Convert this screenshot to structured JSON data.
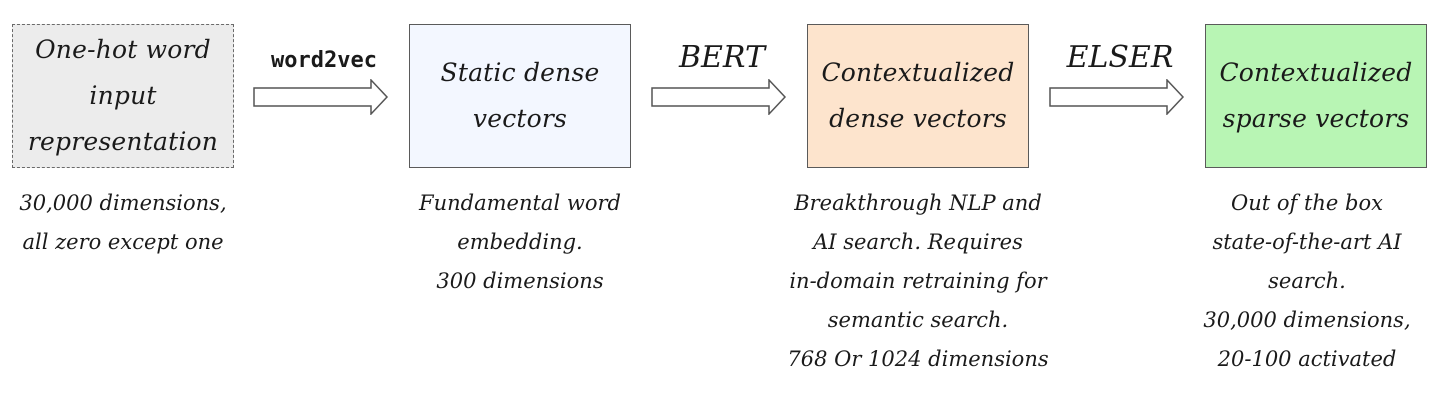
{
  "stages": [
    {
      "box_lines": [
        "One-hot word",
        "input",
        "representation"
      ],
      "fill": "#ececec",
      "border_style": "dashed",
      "caption_lines": [
        "30,000 dimensions,",
        "all zero except one"
      ]
    },
    {
      "box_lines": [
        "Static dense",
        "vectors"
      ],
      "fill": "#f3f7ff",
      "border_style": "solid",
      "caption_lines": [
        "Fundamental word",
        "embedding.",
        "300 dimensions"
      ]
    },
    {
      "box_lines": [
        "Contextualized",
        "dense vectors"
      ],
      "fill": "#fde4cd",
      "border_style": "solid",
      "caption_lines": [
        "Breakthrough NLP and",
        "AI search. Requires",
        "in-domain retraining for",
        "semantic search.",
        "768 Or 1024 dimensions"
      ]
    },
    {
      "box_lines": [
        "Contextualized",
        "sparse vectors"
      ],
      "fill": "#b8f5b4",
      "border_style": "solid",
      "caption_lines": [
        "Out of the box",
        "state-of-the-art AI",
        "search.",
        "30,000 dimensions,",
        "20-100 activated"
      ]
    }
  ],
  "transitions": [
    {
      "label": "word2vec"
    },
    {
      "label": "BERT"
    },
    {
      "label": "ELSER"
    }
  ]
}
